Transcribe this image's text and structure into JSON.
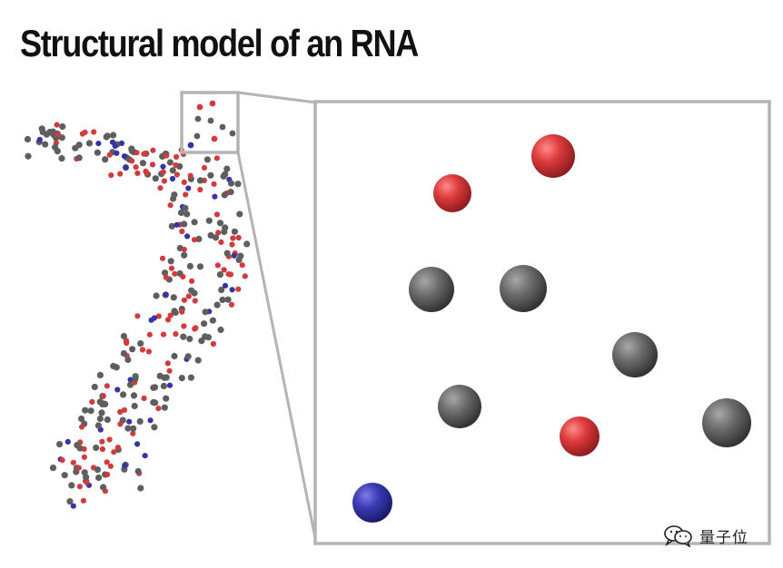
{
  "title": "Structural model of an RNA",
  "watermark": {
    "text": "量子位",
    "icon": "wechat-logo-icon"
  },
  "colors": {
    "oxygen_red": "#d8383a",
    "carbon_gray": "#6e6e6e",
    "nitrogen_blue": "#3b3bb0",
    "frame_gray": "#b4b4b4"
  },
  "zoom_atoms": [
    {
      "element": "red",
      "color": "oxygen_red"
    },
    {
      "element": "red",
      "color": "oxygen_red"
    },
    {
      "element": "gray",
      "color": "carbon_gray"
    },
    {
      "element": "gray",
      "color": "carbon_gray"
    },
    {
      "element": "gray",
      "color": "carbon_gray"
    },
    {
      "element": "gray",
      "color": "carbon_gray"
    },
    {
      "element": "red",
      "color": "oxygen_red"
    },
    {
      "element": "gray",
      "color": "carbon_gray"
    },
    {
      "element": "blue",
      "color": "nitrogen_blue"
    }
  ]
}
